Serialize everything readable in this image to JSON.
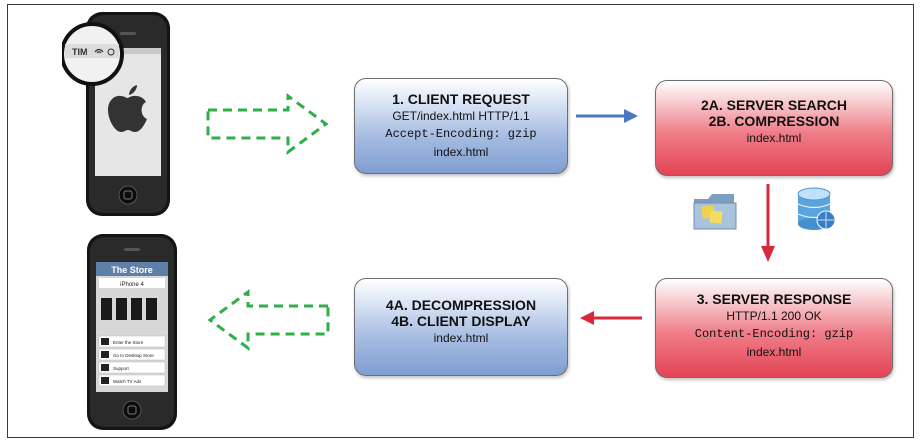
{
  "boxes": {
    "client_request": {
      "title": "1. CLIENT REQUEST",
      "line1": "GET/index.html HTTP/1.1",
      "line2": "Accept-Encoding: gzip",
      "line3": "index.html"
    },
    "server_search": {
      "title1": "2A. SERVER SEARCH",
      "title2": "2B. COMPRESSION",
      "line1": "index.html"
    },
    "server_response": {
      "title": "3. SERVER RESPONSE",
      "line1": "HTTP/1.1 200 OK",
      "line2": "Content-Encoding: gzip",
      "line3": "index.html"
    },
    "decompression": {
      "title1": "4A. DECOMPRESSION",
      "title2": "4B. CLIENT DISPLAY",
      "line1": "index.html"
    }
  },
  "phone_top": {
    "carrier": "TIM"
  },
  "phone_bottom": {
    "store_title": "The Store",
    "product": "iPhone 4",
    "menu": [
      "Enter the Store",
      "Go to Desktop Store",
      "Support",
      "Watch TV Ads"
    ]
  },
  "colors": {
    "blue_arrow": "#4a78c2",
    "red_arrow": "#d8283c",
    "green_arrow": "#2fae4a"
  }
}
